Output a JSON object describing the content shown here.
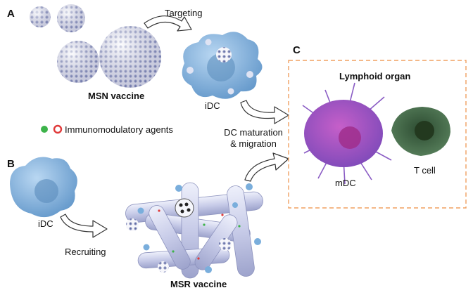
{
  "panels": {
    "a": "A",
    "b": "B",
    "c": "C"
  },
  "labels": {
    "targeting": "Targeting",
    "msn_vaccine": "MSN vaccine",
    "idc_top": "iDC",
    "immunomodulatory": "Immunomodulatory agents",
    "dc_maturation_line1": "DC maturation",
    "dc_maturation_line2": "& migration",
    "lymphoid_organ": "Lymphoid organ",
    "mdc": "mDC",
    "t_cell": "T cell",
    "idc_bottom": "iDC",
    "recruiting": "Recruiting",
    "msr_vaccine": "MSR vaccine"
  },
  "colors": {
    "dc_blue": "#7aaedc",
    "mdc_purple": "#8a5cc4",
    "tcell_green": "#3f6b45",
    "box_dash": "#f0a060",
    "rod": "#c9cbe8",
    "agent_green": "#3db34a",
    "agent_red": "#e03a3a"
  },
  "icons": [
    "sphere-icon",
    "dendritic-cell-icon",
    "rod-icon",
    "curved-arrow-icon",
    "green-particle-icon",
    "red-ring-icon"
  ]
}
